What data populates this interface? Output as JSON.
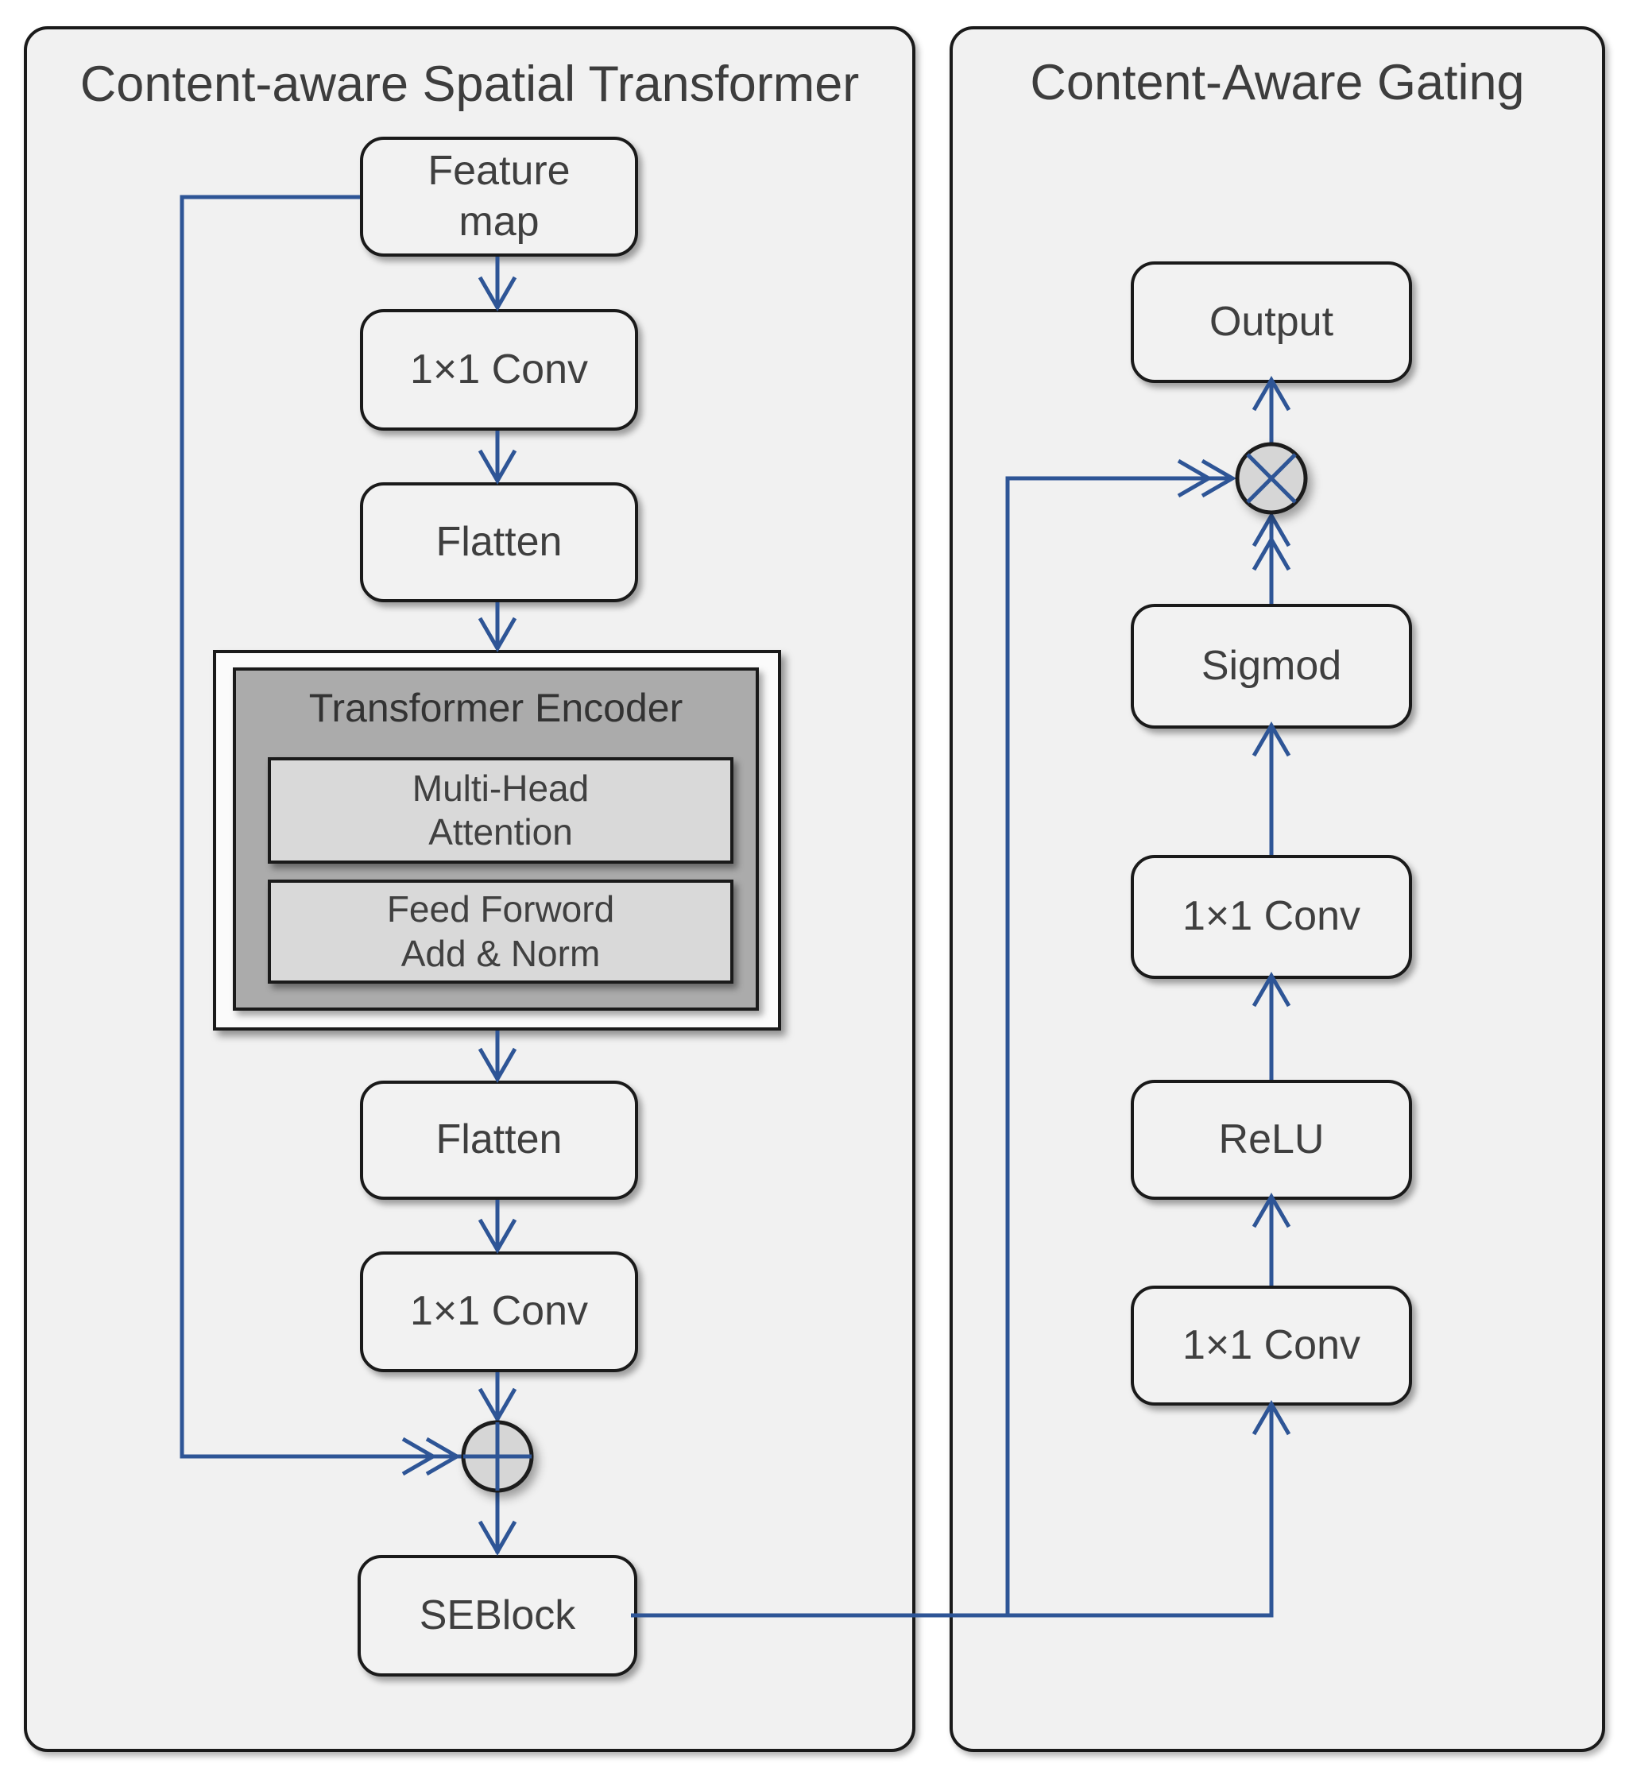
{
  "diagram": {
    "left_panel": {
      "title": "Content-aware Spatial Transformer",
      "nodes": {
        "feature_map": "Feature\nmap",
        "conv1": "1×1 Conv",
        "flatten1": "Flatten",
        "transformer_encoder": {
          "title": "Transformer Encoder",
          "multi_head": "Multi-Head\nAttention",
          "feed_forward": "Feed Forword\nAdd & Norm"
        },
        "flatten2": "Flatten",
        "conv2": "1×1 Conv",
        "seblock": "SEBlock"
      },
      "add_operator_icon": "circle-plus"
    },
    "right_panel": {
      "title": "Content-Aware Gating",
      "nodes": {
        "output": "Output",
        "sigmod": "Sigmod",
        "conv_top": "1×1 Conv",
        "relu": "ReLU",
        "conv_bottom": "1×1 Conv"
      },
      "multiply_operator_icon": "circle-times"
    },
    "colors": {
      "arrow_blue": "#2E5596",
      "border_black": "#1A1A1A",
      "panel_fill": "#F1F1F1",
      "node_fill": "#F2F2F2",
      "encoder_outer_fill": "#FBFBFB",
      "encoder_inner_fill": "#ABABAB",
      "encoder_sub_fill": "#D9D9D9",
      "operator_fill": "#D6D6D6",
      "text_gray": "#3F3F3F"
    }
  }
}
